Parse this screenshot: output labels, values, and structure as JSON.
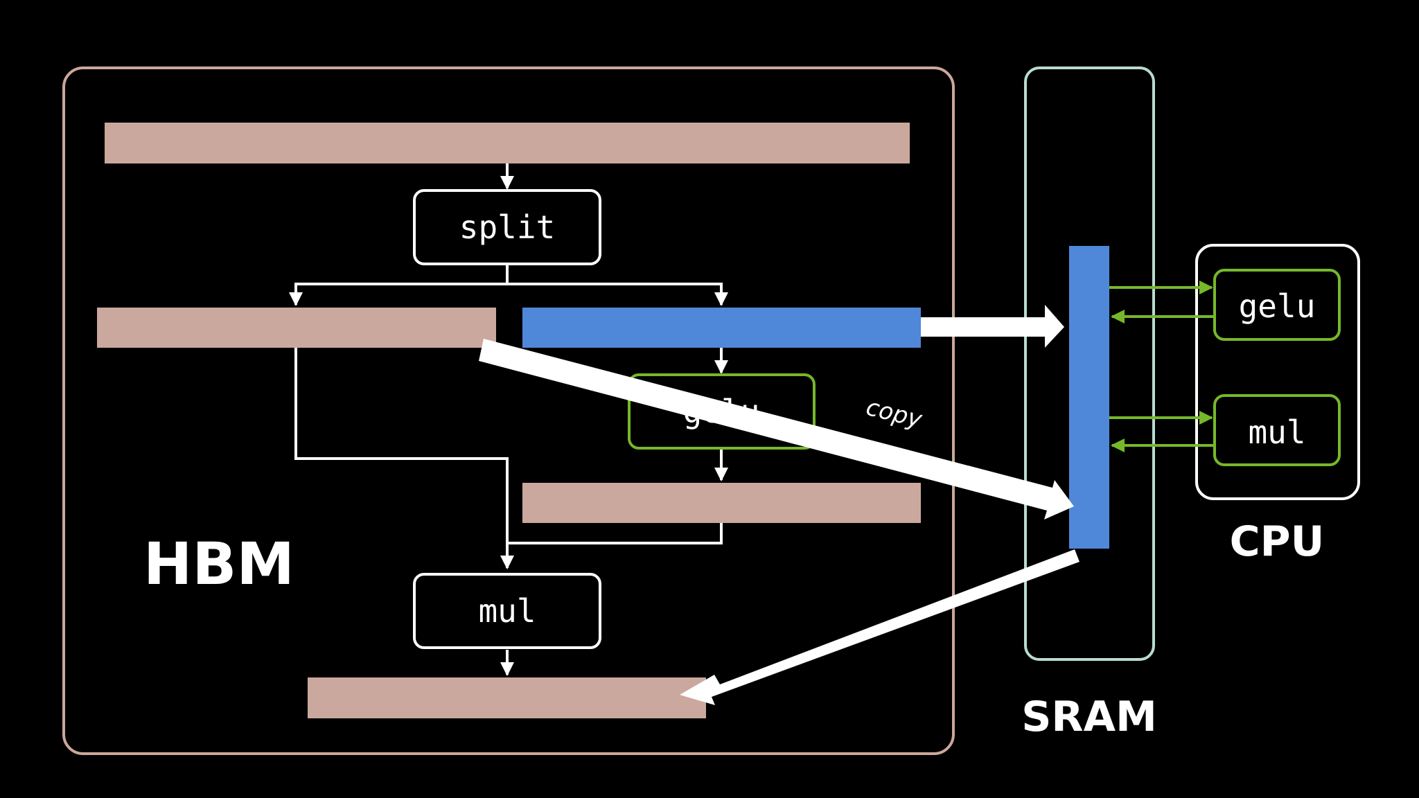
{
  "regions": {
    "hbm_label": "HBM",
    "sram_label": "SRAM",
    "cpu_label": "CPU"
  },
  "ops": {
    "split": "split",
    "gelu_hbm": "gelu",
    "mul_hbm": "mul",
    "gelu_cpu": "gelu",
    "mul_cpu": "mul"
  },
  "annotations": {
    "copy": "copy"
  },
  "colors": {
    "background": "#000000",
    "hbm_border": "#caa89b",
    "tensor_fill": "#cba89d",
    "tensor_active": "#4f88d8",
    "sram_border": "#b9dccd",
    "op_border": "#ffffff",
    "gelu_border": "#76b82a",
    "arrow": "#ffffff"
  }
}
